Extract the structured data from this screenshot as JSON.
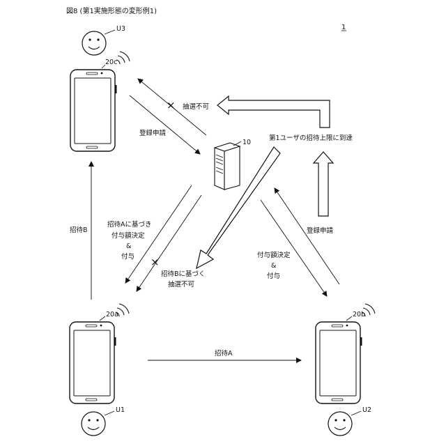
{
  "header": {
    "figure_title": "図8 (第1実施形態の変形例1)",
    "system_ref": "1"
  },
  "users": {
    "u1": "U1",
    "u2": "U2",
    "u3": "U3"
  },
  "devices": {
    "a": "20a",
    "b": "20b",
    "c": "20c",
    "server": "10"
  },
  "labels": {
    "lottery_unavailable_top": "抽選不可",
    "registration_request_left": "登録申請",
    "first_user_invite_limit": "第1ユーザの招待上限に到達",
    "registration_request_right": "登録申請",
    "invite_b": "招待B",
    "invite_a_line1": "招待Aに基づき",
    "invite_a_line2": "付与額決定",
    "invite_a_line3": "&",
    "invite_a_line4": "付与",
    "invite_b_based_line1": "招待Bに基づく",
    "invite_b_based_line2": "抽選不可",
    "grant_line1": "付与額決定",
    "grant_line2": "&",
    "grant_line3": "付与",
    "invite_a": "招待A",
    "cross_mark": "×"
  }
}
